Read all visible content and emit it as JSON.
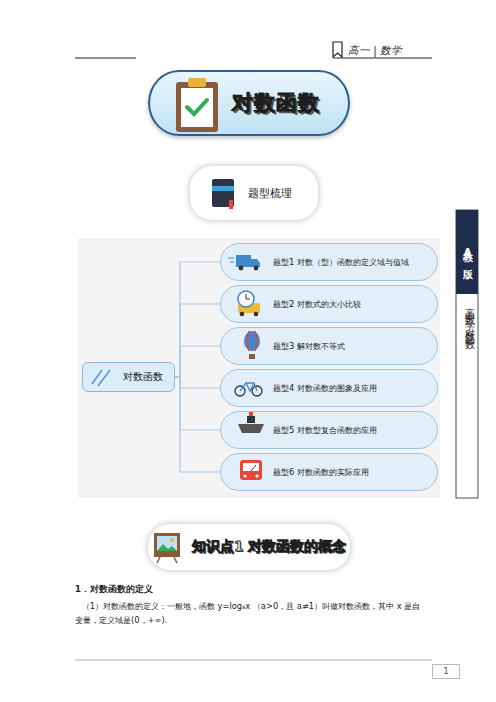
{
  "diagram": {
    "nodes": [
      {
        "text": [
          "对数函数"
        ]
      },
      {
        "text": [
          "题型梳理"
        ]
      },
      {
        "text": [
          "对数函数"
        ]
      },
      {
        "text": [
          "题型1  对数（型）函数的定义域与值域"
        ]
      },
      {
        "text": [
          "题型2  对数式的大小比较"
        ]
      },
      {
        "text": [
          "题型3  解对数不等式"
        ]
      },
      {
        "text": [
          "题型4  对数函数的图象及应用"
        ]
      },
      {
        "text": [
          "题型5  对数型复合函数的应用"
        ]
      },
      {
        "text": [
          "题型6  对数函数的实际应用"
        ]
      },
      {
        "text": [
          "知识点1  对数函数的概念"
        ]
      },
      {
        "text": [
          "人教A版"
        ]
      },
      {
        "text": [
          "1"
        ]
      }
    ],
    "edges": [
      {
        "from": 2,
        "to": 3,
        "arrow": "none"
      },
      {
        "from": 2,
        "to": 4,
        "arrow": "none"
      },
      {
        "from": 2,
        "to": 5,
        "arrow": "none"
      },
      {
        "from": 2,
        "to": 6,
        "arrow": "none"
      },
      {
        "from": 2,
        "to": 7,
        "arrow": "none"
      },
      {
        "from": 2,
        "to": 8,
        "arrow": "none"
      }
    ],
    "labels": [
      "高一 | 数学",
      "高中数学（对数函数）",
      "1．对数函数的定义",
      "（1）对数函数的定义：一般地，函数 y=logₐx （a>0，且 a≠1）叫做对数函数，其中 x 是自变量，定义域是(0，+∞)."
    ]
  }
}
